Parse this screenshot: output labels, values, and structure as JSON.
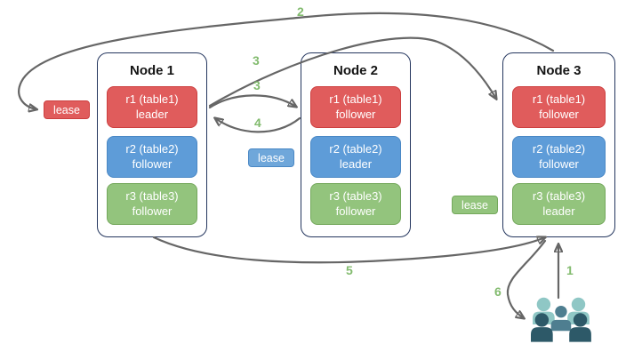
{
  "nodes": [
    {
      "title": "Node 1",
      "replicas": [
        {
          "label": "r1 (table1)",
          "role": "leader"
        },
        {
          "label": "r2 (table2)",
          "role": "follower"
        },
        {
          "label": "r3 (table3)",
          "role": "follower"
        }
      ]
    },
    {
      "title": "Node 2",
      "replicas": [
        {
          "label": "r1 (table1)",
          "role": "follower"
        },
        {
          "label": "r2 (table2)",
          "role": "leader"
        },
        {
          "label": "r3 (table3)",
          "role": "follower"
        }
      ]
    },
    {
      "title": "Node 3",
      "replicas": [
        {
          "label": "r1 (table1)",
          "role": "follower"
        },
        {
          "label": "r2 (table2)",
          "role": "follower"
        },
        {
          "label": "r3 (table3)",
          "role": "leader"
        }
      ]
    }
  ],
  "leases": [
    {
      "label": "lease",
      "color": "red"
    },
    {
      "label": "lease",
      "color": "blue"
    },
    {
      "label": "lease",
      "color": "green"
    }
  ],
  "steps": [
    "2",
    "3",
    "3",
    "4",
    "5",
    "1",
    "6"
  ],
  "arrows": [
    {
      "step": "1",
      "from": "clients",
      "to": "node-3"
    },
    {
      "step": "2",
      "from": "node-3",
      "to": "lease-red"
    },
    {
      "step": "3",
      "from": "node-1-r1-leader",
      "to": "node-3-r1-follower"
    },
    {
      "step": "3",
      "from": "node-1-r1-leader",
      "to": "node-2-r1-follower"
    },
    {
      "step": "4",
      "from": "node-2-r1-follower",
      "to": "node-1-r1-leader"
    },
    {
      "step": "5",
      "from": "node-1",
      "to": "node-3"
    },
    {
      "step": "6",
      "from": "node-3",
      "to": "clients"
    }
  ],
  "icons": {
    "users": "users-group-icon"
  },
  "colors": {
    "red_fill": "#e05c5c",
    "red_border": "#cc3f3f",
    "blue_fill": "#5e9cd8",
    "blue_border": "#4a88c5",
    "lease_blue_fill": "#6fa7da",
    "green_fill": "#93c47d",
    "green_border": "#74a85c",
    "node_border": "#24365e",
    "arrow_gray": "#666666",
    "step_green": "#82bb6e",
    "users_light": "#8fc7c5",
    "users_mid": "#4e7e90",
    "users_dark": "#2d5968"
  }
}
